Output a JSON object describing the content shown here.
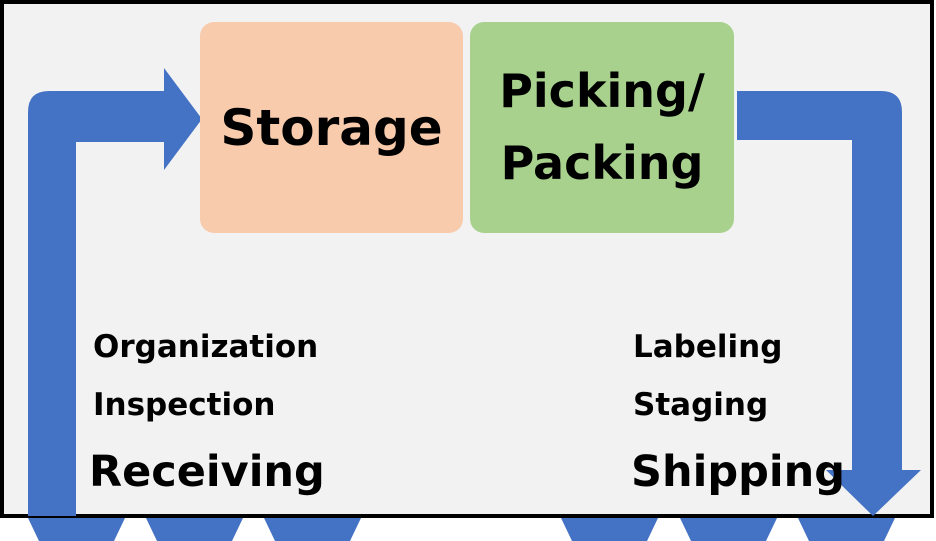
{
  "colors": {
    "background": "#f2f2f2",
    "frame": "#000000",
    "arrow": "#4472c4",
    "storage_fill": "#f8cbad",
    "picking_fill": "#a9d18e",
    "text": "#000000"
  },
  "boxes": {
    "storage": {
      "label": "Storage"
    },
    "picking": {
      "label": "Picking/\nPacking"
    }
  },
  "receiving": {
    "heading": "Receiving",
    "steps": [
      "Organization",
      "Inspection"
    ]
  },
  "shipping": {
    "heading": "Shipping",
    "steps": [
      "Labeling",
      "Staging"
    ]
  },
  "icons": {
    "left_flow": "arrow-up-right-icon",
    "right_flow": "arrow-right-down-icon",
    "docks": "dock-door-icon"
  }
}
